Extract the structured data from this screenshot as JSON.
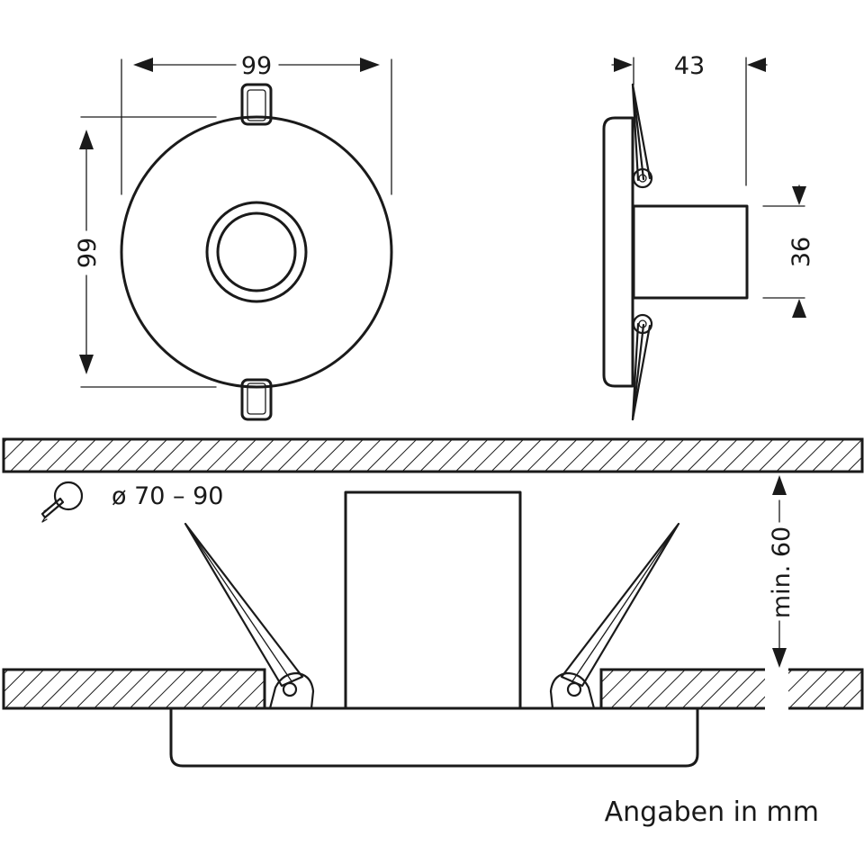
{
  "drawing": {
    "front_view": {
      "width_label": "99",
      "height_label": "99"
    },
    "side_view": {
      "depth_label": "43",
      "body_label": "36"
    },
    "installation_view": {
      "cutout_label": "ø 70 – 90",
      "clearance_label": "min. 60"
    },
    "units_note": "Angaben in mm",
    "colors": {
      "line": "#1a1a1a",
      "background": "#ffffff"
    }
  }
}
